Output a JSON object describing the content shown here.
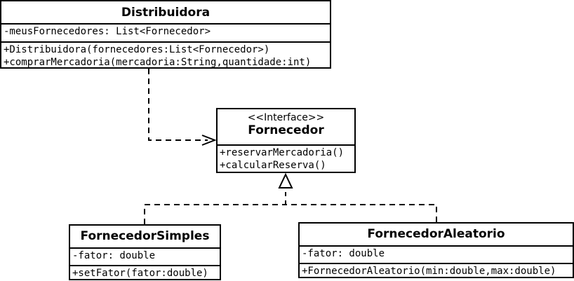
{
  "classes": {
    "distribuidora": {
      "name": "Distribuidora",
      "attributes": [
        "-meusFornecedores: List<Fornecedor>"
      ],
      "methods": [
        "+Distribuidora(fornecedores:List<Fornecedor>)",
        "+comprarMercadoria(mercadoria:String,quantidade:int)"
      ]
    },
    "fornecedor": {
      "stereotype": "<<Interface>>",
      "name": "Fornecedor",
      "methods": [
        "+reservarMercadoria()",
        "+calcularReserva()"
      ]
    },
    "fornecedor_simples": {
      "name": "FornecedorSimples",
      "attributes": [
        "-fator: double"
      ],
      "methods": [
        "+setFator(fator:double)"
      ]
    },
    "fornecedor_aleatorio": {
      "name": "FornecedorAleatorio",
      "attributes": [
        "-fator: double"
      ],
      "methods": [
        "+FornecedorAleatorio(min:double,max:double)"
      ]
    }
  },
  "relationships": [
    {
      "type": "dependency",
      "from": "Distribuidora",
      "to": "Fornecedor"
    },
    {
      "type": "realization",
      "from": "FornecedorSimples",
      "to": "Fornecedor"
    },
    {
      "type": "realization",
      "from": "FornecedorAleatorio",
      "to": "Fornecedor"
    }
  ]
}
